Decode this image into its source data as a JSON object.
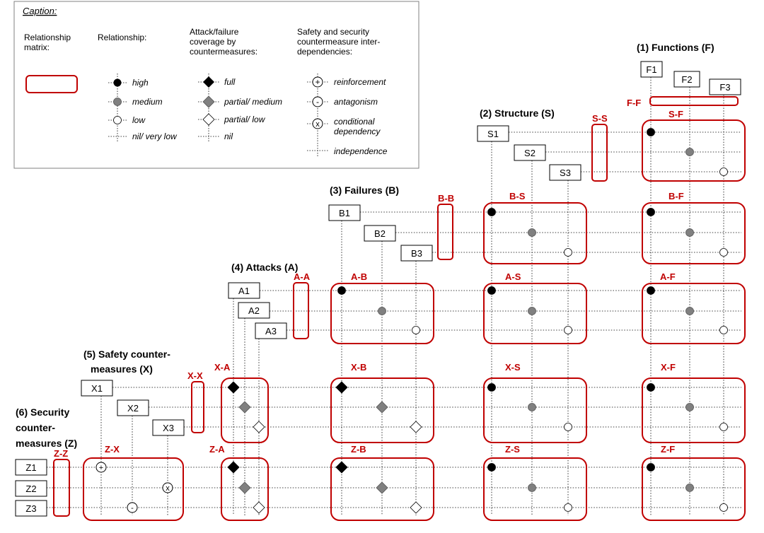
{
  "caption": {
    "title": "Caption:",
    "col1_title": [
      "Relationship",
      "matrix:"
    ],
    "col2_title": "Relationship:",
    "col3_title": [
      "Attack/failure",
      "coverage by",
      "countermeasures:"
    ],
    "col4_title": [
      "Safety and security",
      "countermeasure inter-",
      "dependencies:"
    ],
    "rel": [
      "high",
      "medium",
      "low",
      "nil/ very low"
    ],
    "cov": [
      "full",
      "partial/ medium",
      "partial/ low",
      "nil"
    ],
    "dep": [
      "reinforcement",
      "antagonism",
      "conditional",
      "dependency",
      "independence"
    ],
    "dep_symbols": {
      "reinforcement": "+",
      "antagonism": "-",
      "conditional": "x"
    }
  },
  "headings": {
    "functions": "(1) Functions (F)",
    "structure": "(2) Structure (S)",
    "failures": "(3) Failures  (B)",
    "attacks": "(4) Attacks (A)",
    "safety": [
      "(5) Safety counter-",
      "measures (X)"
    ],
    "security": [
      "(6) Security",
      "counter-",
      "measures (Z)"
    ]
  },
  "items": {
    "F": [
      "F1",
      "F2",
      "F3"
    ],
    "S": [
      "S1",
      "S2",
      "S3"
    ],
    "B": [
      "B1",
      "B2",
      "B3"
    ],
    "A": [
      "A1",
      "A2",
      "A3"
    ],
    "X": [
      "X1",
      "X2",
      "X3"
    ],
    "Z": [
      "Z1",
      "Z2",
      "Z3"
    ]
  },
  "matrix_labels": {
    "FF": "F-F",
    "SS": "S-S",
    "BB": "B-B",
    "AA": "A-A",
    "XX": "X-X",
    "ZZ": "Z-Z",
    "SF": "S-F",
    "BS": "B-S",
    "BF": "B-F",
    "AB": "A-B",
    "AS": "A-S",
    "AF": "A-F",
    "XA": "X-A",
    "XB": "X-B",
    "XS": "X-S",
    "XF": "X-F",
    "ZX": "Z-X",
    "ZA": "Z-A",
    "ZB": "Z-B",
    "ZS": "Z-S",
    "ZF": "Z-F"
  },
  "colors": {
    "accent": "#c00000",
    "medium": "#808080"
  }
}
